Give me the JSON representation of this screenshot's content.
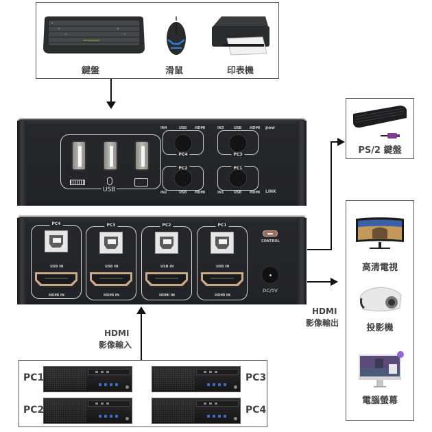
{
  "peripherals": {
    "items": [
      {
        "icon": "keyboard-icon",
        "label": "鍵盤"
      },
      {
        "icon": "mouse-icon",
        "label": "滑鼠"
      },
      {
        "icon": "printer-icon",
        "label": "印表機"
      }
    ]
  },
  "kvm_front": {
    "usb_group_label": "USB",
    "usb_port_icons": [
      "keyboard-icon",
      "mouse-icon",
      "printer-icon"
    ],
    "switches": [
      {
        "name": "PC4",
        "leds": [
          "IN4",
          "USB",
          "HDMI"
        ]
      },
      {
        "name": "PC3",
        "leds": [
          "IN3",
          "USB",
          "HDMI"
        ]
      },
      {
        "name": "PC2",
        "leds": [
          "IN2",
          "USB",
          "HDMI"
        ]
      },
      {
        "name": "PC1",
        "leds": [
          "IN1",
          "USB",
          "HDMI"
        ]
      }
    ],
    "pow_label": "pow",
    "link_label": "LINK"
  },
  "kvm_rear": {
    "inputs": [
      {
        "name": "PC4",
        "usb_label": "USB IN",
        "hdmi_label": "HDMI IN"
      },
      {
        "name": "PC3",
        "usb_label": "USB IN",
        "hdmi_label": "HDMI IN"
      },
      {
        "name": "PC2",
        "usb_label": "USB IN",
        "hdmi_label": "HDMI IN"
      },
      {
        "name": "PC1",
        "usb_label": "USB IN",
        "hdmi_label": "HDMI IN"
      }
    ],
    "control_label": "CONTROL",
    "power_label": "DC/5V"
  },
  "ps2": {
    "label": "PS/2 鍵盤"
  },
  "outputs": {
    "items": [
      {
        "icon": "tv-icon",
        "label": "高清電視"
      },
      {
        "icon": "projector-icon",
        "label": "投影機"
      },
      {
        "icon": "monitor-icon",
        "label": "電腦螢幕"
      }
    ]
  },
  "hdmi_out": {
    "line1": "HDMI",
    "line2": "影像輸出"
  },
  "hdmi_in": {
    "line1": "HDMI",
    "line2": "影像輸入"
  },
  "computers": {
    "items": [
      {
        "label": "PC1"
      },
      {
        "label": "PC3"
      },
      {
        "label": "PC2"
      },
      {
        "label": "PC4"
      }
    ]
  }
}
